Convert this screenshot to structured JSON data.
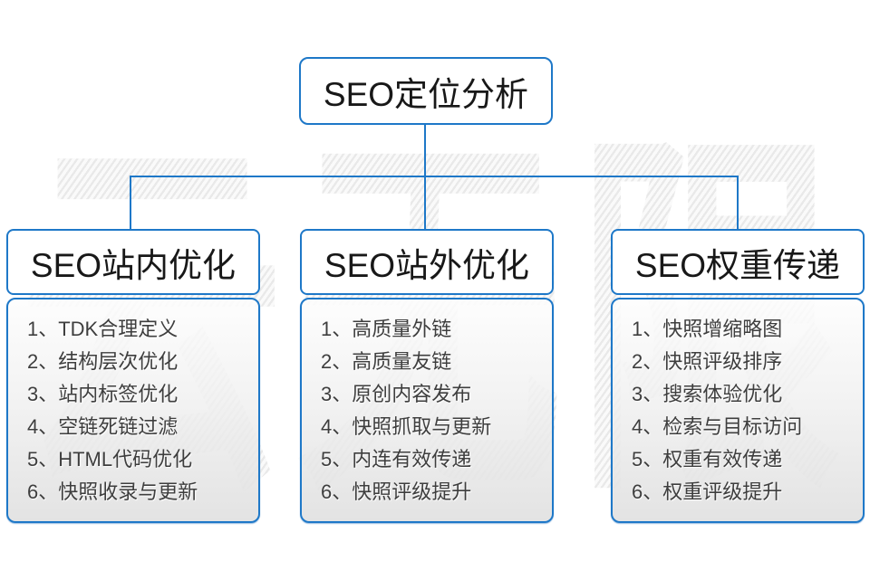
{
  "diagram": {
    "root": {
      "title": "SEO定位分析"
    },
    "branches": [
      {
        "title": "SEO站内优化",
        "items": [
          "1、TDK合理定义",
          "2、结构层次优化",
          "3、站内标签优化",
          "4、空链死链过滤",
          "5、HTML代码优化",
          "6、快照收录与更新"
        ]
      },
      {
        "title": "SEO站外优化",
        "items": [
          "1、高质量外链",
          "2、高质量友链",
          "3、原创内容发布",
          "4、快照抓取与更新",
          "5、内连有效传递",
          "6、快照评级提升"
        ]
      },
      {
        "title": "SEO权重传递",
        "items": [
          "1、快照增缩略图",
          "2、快照评级排序",
          "3、搜索体验优化",
          "4、检索与目标访问",
          "5、权重有效传递",
          "6、权重评级提升"
        ]
      }
    ],
    "watermark": "云无限",
    "colors": {
      "accent_blue": "#1e78c8",
      "list_text": "#3e3e3e",
      "heading_text": "#181818"
    }
  }
}
